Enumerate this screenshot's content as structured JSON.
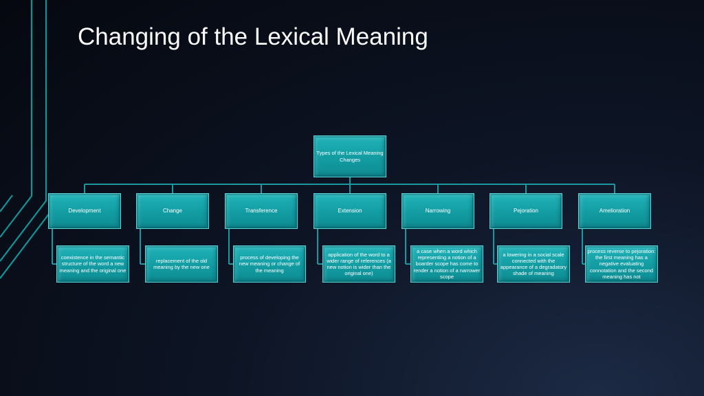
{
  "slide": {
    "title": "Changing of the Lexical Meaning"
  },
  "diagram": {
    "root": "Types of the Lexical Meaning Changes",
    "types": [
      {
        "name": "Development",
        "description": "coexistence in the semantic structure of the word a new meaning and the original one"
      },
      {
        "name": "Change",
        "description": "replacement of the old meaning by the new one"
      },
      {
        "name": "Transference",
        "description": "process of developing the new meaning or change of the meaning"
      },
      {
        "name": "Extension",
        "description": "application of the word to a wider range of references (a new notion is wider than the original one)"
      },
      {
        "name": "Narrowing",
        "description": "a case when a word which representing a notion of a boarder scope has come to render a notion of a narrower scope"
      },
      {
        "name": "Pejoration",
        "description": "a lowering in a social scale connected with the appearance of  a degradatory shade of meaning"
      },
      {
        "name": "Amelioration",
        "description": "process reverse to pejoration: the first meaning has a negative evaluating connotation and the second meaning has not"
      }
    ]
  },
  "colors": {
    "box_fill": "#139ea4",
    "box_border": "#58d4d8",
    "connector": "#1a9aa0",
    "decor_lines": "#14a3a8",
    "background": "#0a101c",
    "text": "#ffffff"
  }
}
